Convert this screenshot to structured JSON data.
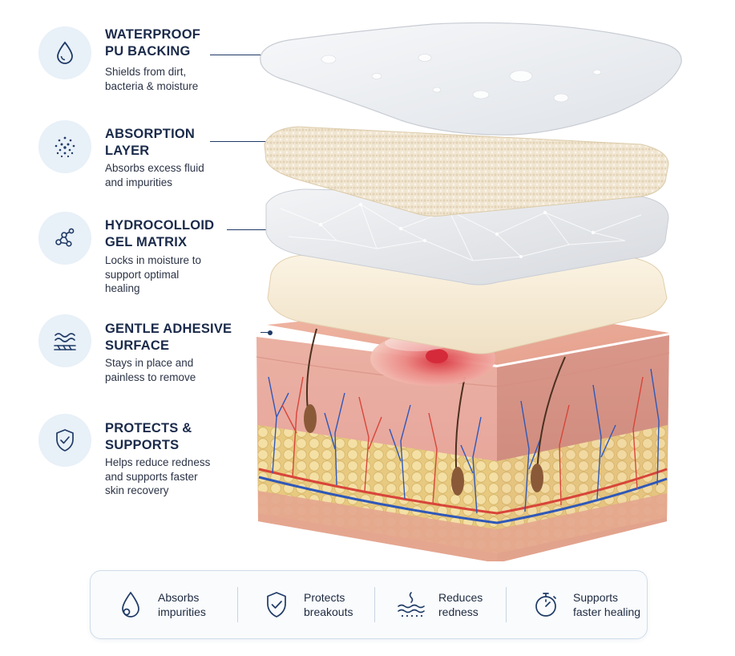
{
  "features": [
    {
      "title": "WATERPROOF\nPU BACKING",
      "desc": "Shields from dirt,\nbacteria & moisture",
      "icon": "water-drop-icon"
    },
    {
      "title": "ABSORPTION\nLAYER",
      "desc": "Absorbs excess fluid\nand impurities",
      "icon": "dots-absorption-icon"
    },
    {
      "title": "HYDROCOLLOID\nGEL MATRIX",
      "desc": "Locks in moisture to\nsupport optimal\nhealing",
      "icon": "molecule-icon"
    },
    {
      "title": "GENTLE ADHESIVE\nSURFACE",
      "desc": "Stays in place and\npainless to remove",
      "icon": "waves-surface-icon"
    },
    {
      "title": "PROTECTS &\nSUPPORTS",
      "desc": "Helps reduce redness\nand supports faster\nskin recovery",
      "icon": "shield-check-icon"
    }
  ],
  "benefits": [
    {
      "label": "Absorbs\nimpurities",
      "icon": "drop-icon"
    },
    {
      "label": "Protects\nbreakouts",
      "icon": "shield-check-icon"
    },
    {
      "label": "Reduces\nredness",
      "icon": "calm-skin-icon"
    },
    {
      "label": "Supports\nfaster healing",
      "icon": "stopwatch-icon"
    }
  ],
  "colors": {
    "title": "#1a2a4a",
    "icon_stroke": "#1f3a66",
    "icon_bg": "#e8f0f8",
    "skin": "#e9a897",
    "fat": "#f2dc9c",
    "vein": "#2f58b8",
    "artery": "#d8453a"
  }
}
